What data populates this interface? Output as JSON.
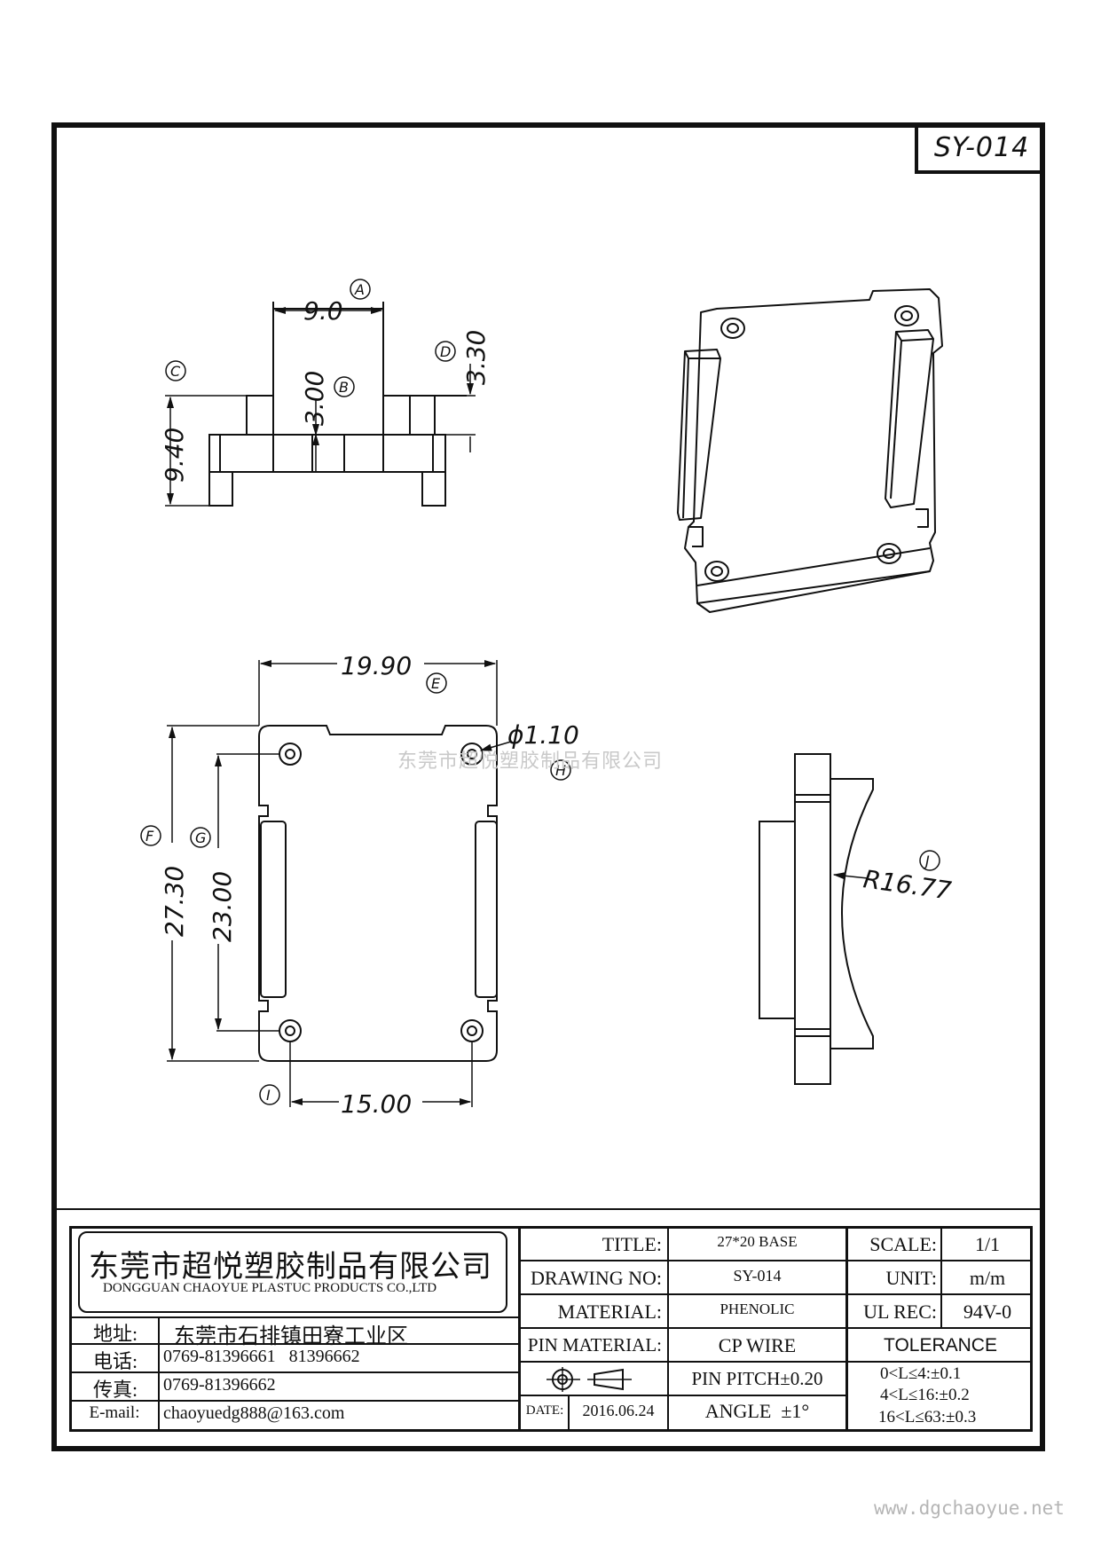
{
  "drawing_no": "SY-014",
  "watermark": "东莞市超悦塑胶制品有限公司",
  "website": "www.dgchaoyue.net",
  "dims": {
    "a": "9.0",
    "b": "3.00",
    "c": "9.40",
    "d": "3.30",
    "e": "19.90",
    "f": "27.30",
    "g": "23.00",
    "h": "ϕ1.10",
    "i": "15.00",
    "j": "R16.77"
  },
  "tags": [
    "A",
    "B",
    "C",
    "D",
    "E",
    "F",
    "G",
    "H",
    "I",
    "J"
  ],
  "company": {
    "name_cn": "东莞市超悦塑胶制品有限公司",
    "name_en": "DONGGUAN CHAOYUE PLASTUC PRODUCTS CO.,LTD"
  },
  "contact": {
    "address_label": "地址:",
    "address": "东莞市石排镇田寮工业区",
    "tel_label": "电话:",
    "tel": "0769-81396661   81396662",
    "fax_label": "传真:",
    "fax": "0769-81396662",
    "email_label": "E-mail:",
    "email": "chaoyuedg888@163.com"
  },
  "title_block": {
    "title_label": "TITLE:",
    "title": "27*20 BASE",
    "drawing_no_label": "DRAWING NO:",
    "drawing_no": "SY-014",
    "material_label": "MATERIAL:",
    "material": "PHENOLIC",
    "pin_material_label": "PIN MATERIAL:",
    "pin_material": "CP WIRE",
    "pin_pitch": "PIN PITCH±0.20",
    "date_label": "DATE:",
    "date": "2016.06.24",
    "angle": "ANGLE  ±1°",
    "scale_label": "SCALE:",
    "scale": "1/1",
    "unit_label": "UNIT:",
    "unit": "m/m",
    "ul_label": "UL REC:",
    "ul": "94V-0",
    "tolerance_label": "TOLERANCE",
    "tol1": "0<L≤4:±0.1",
    "tol2": "4<L≤16:±0.2",
    "tol3": "16<L≤63:±0.3"
  }
}
